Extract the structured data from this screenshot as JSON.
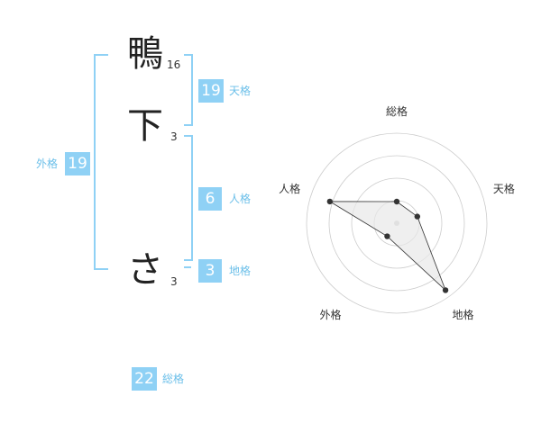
{
  "name": {
    "characters": [
      {
        "char": "鴨",
        "strokes": "16"
      },
      {
        "char": "下",
        "strokes": "3"
      },
      {
        "char": "さ",
        "strokes": "3"
      }
    ]
  },
  "fortunes": {
    "tenkaku": {
      "value": "19",
      "label": "天格"
    },
    "jinkaku": {
      "value": "6",
      "label": "人格"
    },
    "chikaku": {
      "value": "3",
      "label": "地格"
    },
    "gaikaku": {
      "value": "19",
      "label": "外格"
    },
    "soukaku": {
      "value": "22",
      "label": "総格"
    }
  },
  "chart_data": {
    "type": "radar",
    "axes": [
      "総格",
      "天格",
      "地格",
      "外格",
      "人格"
    ],
    "values": [
      1.2,
      1.2,
      4.6,
      0.9,
      3.9
    ],
    "range": [
      0,
      5
    ],
    "rings": 4
  },
  "colors": {
    "accent": "#8fd1f5",
    "polygon_fill": "#e8e8e8",
    "grid": "#cccccc"
  }
}
